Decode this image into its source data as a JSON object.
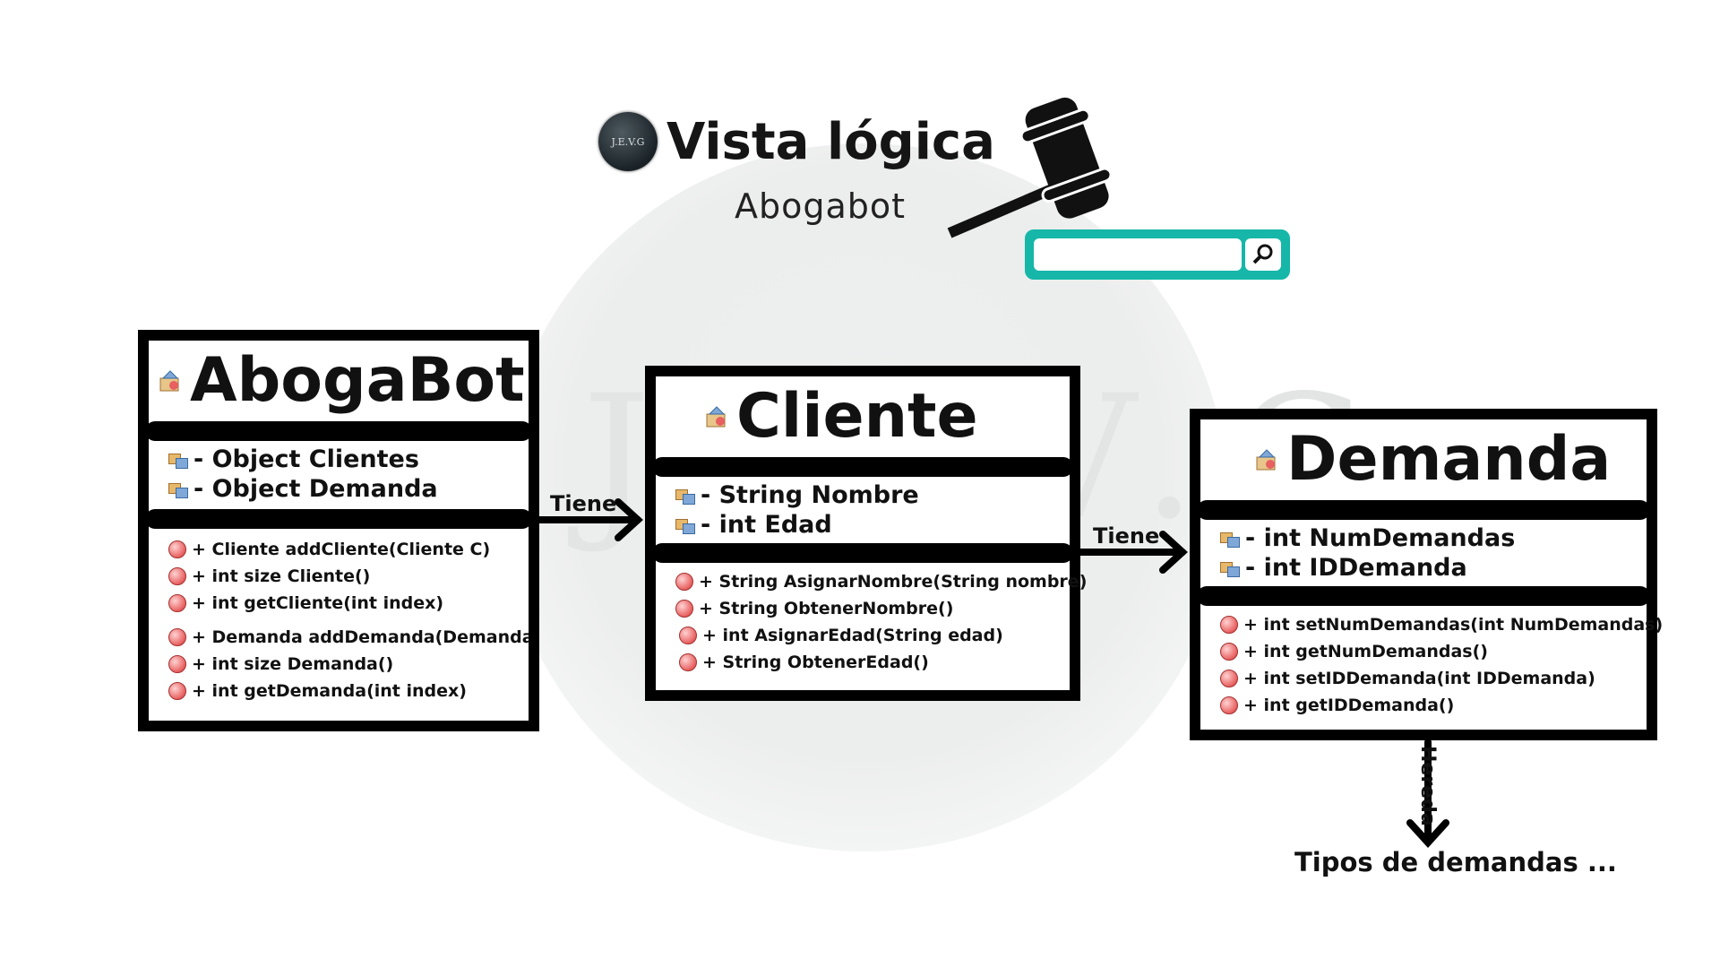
{
  "header": {
    "logo_text": "J.E.V.G",
    "title": "Vista lógica",
    "subtitle": "Abogabot"
  },
  "search": {
    "placeholder": ""
  },
  "classes": {
    "abogabot": {
      "name": "AbogaBot",
      "attributes": [
        "- Object Clientes",
        "- Object Demanda"
      ],
      "operations": [
        "+ Cliente addCliente(Cliente C)",
        "+ int size Cliente()",
        "+ int getCliente(int index)",
        "+ Demanda addDemanda(Demanda D",
        "+ int size Demanda()",
        "+ int getDemanda(int index)"
      ]
    },
    "cliente": {
      "name": "Cliente",
      "attributes": [
        "- String Nombre",
        "- int Edad"
      ],
      "operations": [
        "+ String AsignarNombre(String nombre)",
        "+ String ObtenerNombre()",
        "+ int AsignarEdad(String edad)",
        "+ String ObtenerEdad()"
      ]
    },
    "demanda": {
      "name": "Demanda",
      "attributes": [
        "- int NumDemandas",
        "- int IDDemanda"
      ],
      "operations": [
        "+ int setNumDemandas(int NumDemandas)",
        "+ int getNumDemandas()",
        "+ int setIDDemanda(int IDDemanda)",
        "+ int getIDDemanda()"
      ]
    }
  },
  "relations": {
    "tiene_1": "Tiene",
    "tiene_2": "Tiene",
    "hereda": "Hereda"
  },
  "footer": {
    "tipos": "Tipos de demandas ..."
  }
}
